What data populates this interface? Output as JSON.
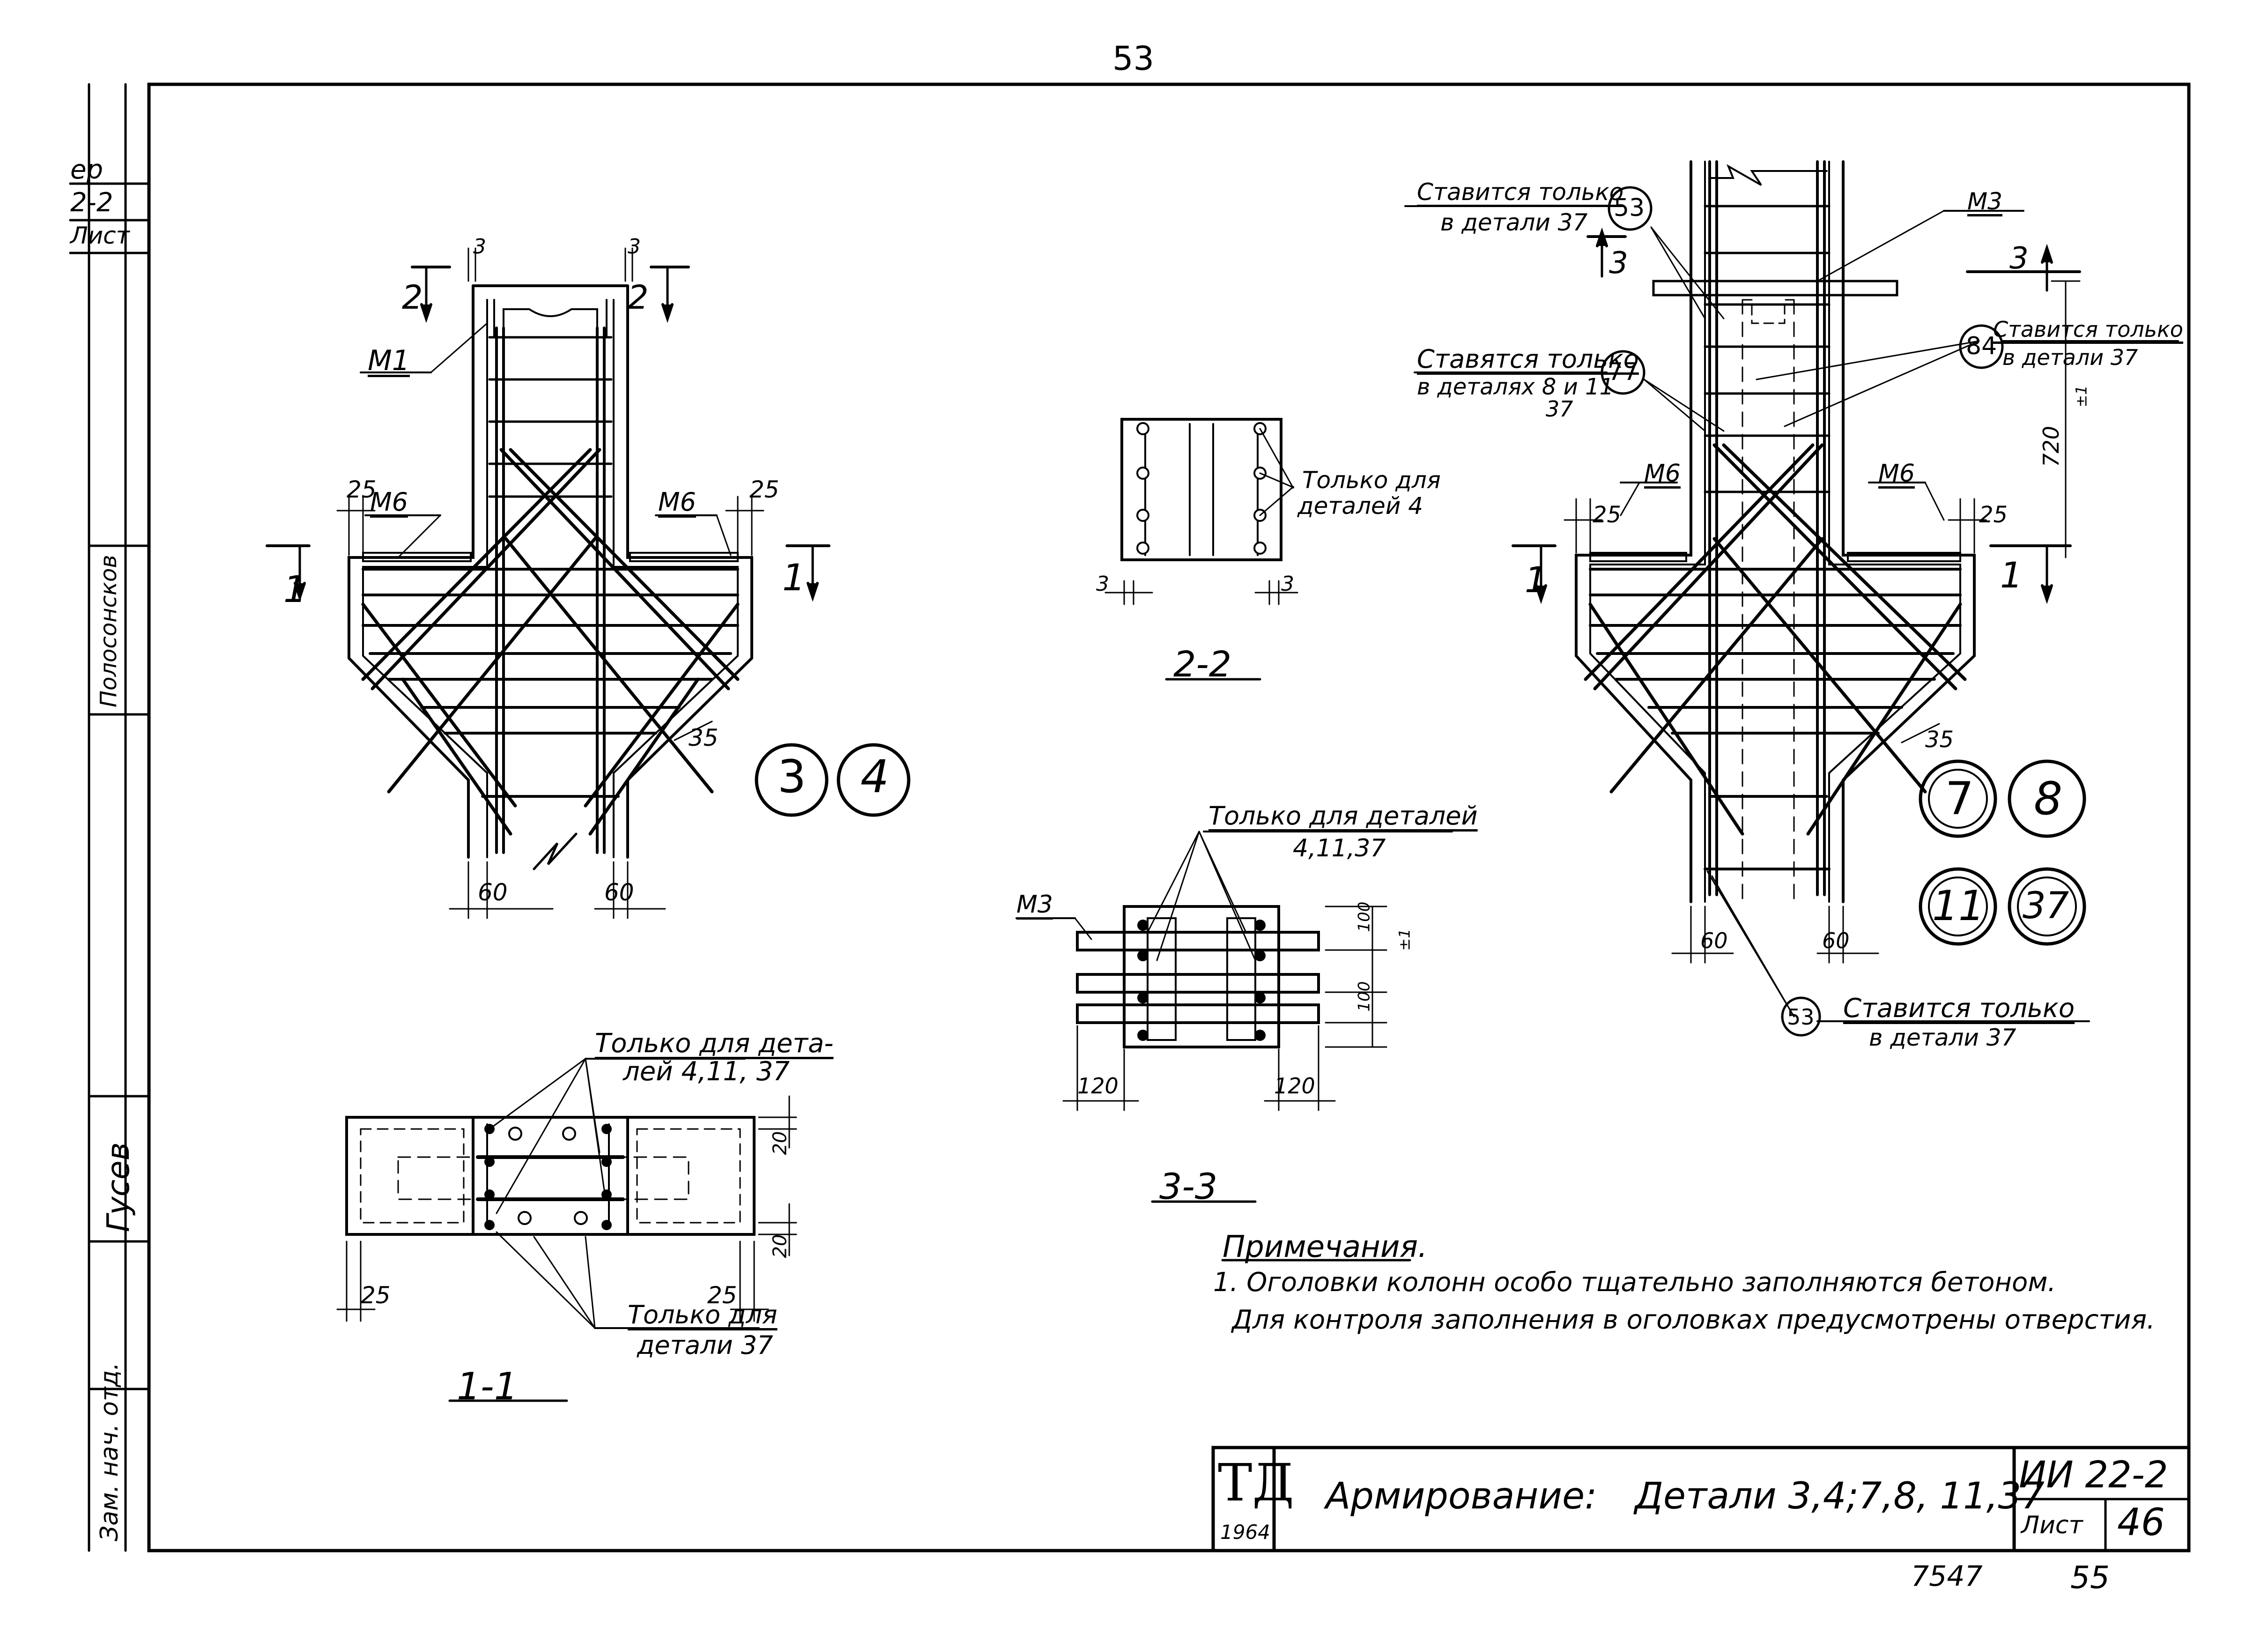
{
  "sheet_number_top": "53",
  "bottom_numbers": {
    "left": "7547",
    "right": "55"
  },
  "left_strip": {
    "row1": "ер",
    "row2": "2-2",
    "row3": "Лист",
    "vertical_1": "Зам. нач. отд.",
    "vertical_2": "Гусев",
    "vertical_3": "Полосонсков"
  },
  "title_block": {
    "org_logo": "ТД",
    "org_year": "1964",
    "title_left": "Армирование:",
    "title_right": "Детали 3,4;7,8, 11,37",
    "doc_code": "ИИ 22-2",
    "sheet_label": "Лист",
    "sheet_no": "46"
  },
  "left_detail": {
    "marker_2": "2",
    "dim_3": "3",
    "label_m1": "М1",
    "label_m6": "М6",
    "marker_1": "1",
    "dim_25": "25",
    "dim_35": "35",
    "dim_60": "60",
    "badges": [
      "3",
      "4"
    ]
  },
  "section_22": {
    "title": "2-2",
    "note_line1": "Только для",
    "note_line2": "деталей 4",
    "dim_3": "3"
  },
  "section_33": {
    "title": "3-3",
    "note_line1": "Только для деталей",
    "note_line2": "4,11,37",
    "label_m3": "М3",
    "dim_100": "100",
    "dim_120": "120",
    "level": "±1"
  },
  "section_11": {
    "title": "1-1",
    "note_top_line1": "Только для дета-",
    "note_top_line2": "лей 4,11, 37",
    "note_bottom_line1": "Только для",
    "note_bottom_line2": "детали 37",
    "dim_20": "20",
    "dim_25": "25"
  },
  "right_detail": {
    "note_53_line1": "Ставится только",
    "note_53_line2": "в детали 37",
    "callout_53": "53",
    "note_77_line1": "Ставятся только",
    "note_77_line2": "в деталях 8 и 11",
    "note_77_line3": "37",
    "callout_77": "77",
    "note_84_line1": "Ставится только",
    "note_84_line2": "в детали 37",
    "callout_84": "84",
    "label_m3": "М3",
    "label_m6": "М6",
    "marker_3": "3",
    "marker_1": "1",
    "dim_720": "720",
    "level": "±1",
    "dim_25": "25",
    "dim_35": "35",
    "dim_60": "60",
    "bottom_note_line1": "Ставится только",
    "bottom_note_line2": "в детали 37",
    "badges": [
      "7",
      "8",
      "11",
      "37"
    ]
  },
  "notes": {
    "heading": "Примечания.",
    "line1": "1. Оголовки колонн особо тщательно заполняются бетоном.",
    "line2": "Для контроля заполнения в оголовках предусмотрены отверстия."
  }
}
